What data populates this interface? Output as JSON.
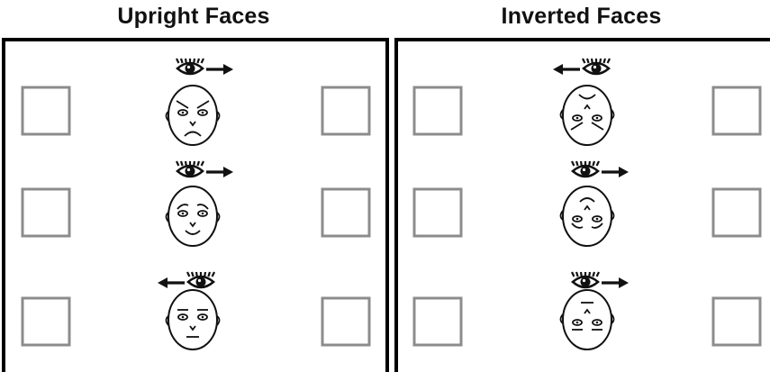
{
  "panels": [
    {
      "title": "Upright Faces",
      "orientation": "upright",
      "trials": [
        {
          "gaze": "right",
          "expression": "angry"
        },
        {
          "gaze": "right",
          "expression": "happy"
        },
        {
          "gaze": "left",
          "expression": "neutral"
        }
      ]
    },
    {
      "title": "Inverted Faces",
      "orientation": "inverted",
      "trials": [
        {
          "gaze": "left",
          "expression": "angry"
        },
        {
          "gaze": "right",
          "expression": "happy"
        },
        {
          "gaze": "right",
          "expression": "neutral"
        }
      ]
    }
  ],
  "colors": {
    "frame": "#000000",
    "target_box": "#8c8c8c",
    "stroke": "#111111"
  }
}
